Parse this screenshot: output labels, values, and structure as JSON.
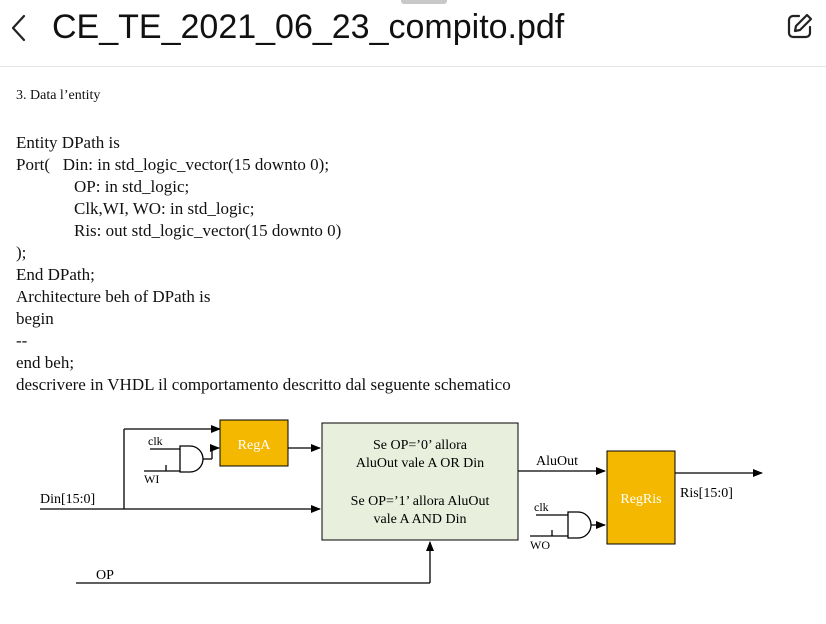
{
  "header": {
    "title": "CE_TE_2021_06_23_compito.pdf",
    "back_icon": "chevron-left-icon",
    "edit_icon": "edit-note-icon"
  },
  "document": {
    "question": "3. Data l’entity",
    "code_lines": [
      "Entity DPath is",
      "Port(   Din: in std_logic_vector(15 downto 0);",
      "OP: in std_logic;",
      "Clk,WI, WO: in std_logic;",
      "Ris: out std_logic_vector(15 downto 0)",
      ");",
      "End DPath;",
      "Architecture beh of DPath is",
      " begin",
      "--",
      "end beh;",
      "descrivere in VHDL il comportamento descritto dal seguente schematico"
    ]
  },
  "diagram": {
    "rega_label": "RegA",
    "regris_label": "RegRis",
    "alu_text_1": "Se OP=’0’ allora",
    "alu_text_2": "AluOut vale A OR Din",
    "alu_text_3": "Se OP=’1’ allora AluOut",
    "alu_text_4": "vale A AND Din",
    "clk_label_1": "clk",
    "wi_label": "WI",
    "clk_label_2": "clk",
    "wo_label": "WO",
    "din_label": "Din[15:0]",
    "op_label": "OP",
    "aluout_label": "AluOut",
    "ris_label": "Ris[15:0]",
    "register_color": "#f5b800",
    "alu_color": "#e8efdc"
  }
}
